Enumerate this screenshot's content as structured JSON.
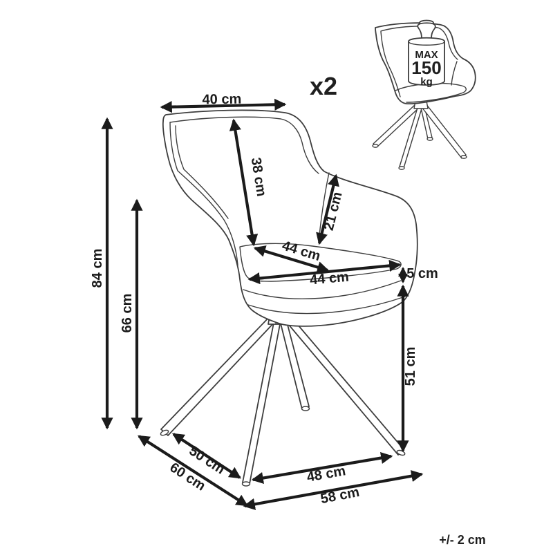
{
  "diagram_title": "chair-dimension-diagram",
  "annotations": {
    "quantity": "x2",
    "tolerance": "+/- 2 cm"
  },
  "max_load": {
    "title": "MAX",
    "value": "150",
    "unit": "kg"
  },
  "dimensions": {
    "back_width": "40 cm",
    "backrest_height": "38 cm",
    "armrest_length": "21 cm",
    "seat_depth": "44 cm",
    "seat_width": "44 cm",
    "cushion_thickness": "5 cm",
    "seat_height": "51 cm",
    "total_height": "84 cm",
    "armrest_floor_height": "66 cm",
    "base_depth_inner": "50 cm",
    "base_depth_outer": "60 cm",
    "base_width_inner": "48 cm",
    "base_width_outer": "58 cm"
  },
  "colors": {
    "chair_line": "#3d3d3d",
    "dimension_line": "#1b1b1b",
    "text": "#1b1b1b",
    "background": "#ffffff"
  }
}
